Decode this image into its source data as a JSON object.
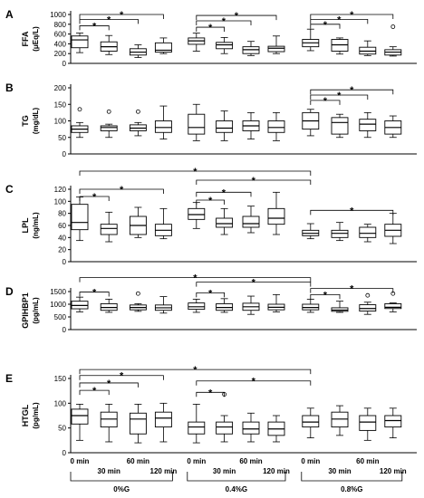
{
  "chart_data": [
    {
      "type": "box",
      "panel_label": "A",
      "ylabel": "FFA",
      "yunit": "(μEq/L)",
      "ylim": [
        0,
        1000
      ],
      "yticks": [
        0,
        200,
        400,
        600,
        800,
        1000
      ],
      "boxes": [
        {
          "min": 220,
          "q1": 320,
          "median": 480,
          "q3": 560,
          "max": 620
        },
        {
          "min": 180,
          "q1": 250,
          "median": 340,
          "q3": 440,
          "max": 570
        },
        {
          "min": 120,
          "q1": 170,
          "median": 230,
          "q3": 300,
          "max": 380
        },
        {
          "min": 200,
          "q1": 230,
          "median": 270,
          "q3": 420,
          "max": 520
        },
        {
          "min": 250,
          "q1": 390,
          "median": 460,
          "q3": 520,
          "max": 620
        },
        {
          "min": 200,
          "q1": 300,
          "median": 380,
          "q3": 430,
          "max": 530
        },
        {
          "min": 160,
          "q1": 200,
          "median": 280,
          "q3": 340,
          "max": 450
        },
        {
          "min": 200,
          "q1": 240,
          "median": 310,
          "q3": 350,
          "max": 560
        },
        {
          "min": 260,
          "q1": 340,
          "median": 420,
          "q3": 490,
          "max": 700
        },
        {
          "min": 190,
          "q1": 250,
          "median": 380,
          "q3": 490,
          "max": 520
        },
        {
          "min": 160,
          "q1": 190,
          "median": 250,
          "q3": 330,
          "max": 460
        },
        {
          "min": 150,
          "q1": 170,
          "median": 230,
          "q3": 280,
          "max": 340,
          "outliers": [
            750
          ]
        }
      ],
      "brackets": [
        {
          "from": 0,
          "to": 1,
          "y": 770,
          "label": "*"
        },
        {
          "from": 0,
          "to": 2,
          "y": 900,
          "label": "*"
        },
        {
          "from": 0,
          "to": 3,
          "y": 1000,
          "label": "*"
        },
        {
          "from": 4,
          "to": 5,
          "y": 740,
          "label": "*"
        },
        {
          "from": 4,
          "to": 6,
          "y": 870,
          "label": "*"
        },
        {
          "from": 4,
          "to": 7,
          "y": 980,
          "label": "*"
        },
        {
          "from": 8,
          "to": 9,
          "y": 800,
          "label": "*"
        },
        {
          "from": 8,
          "to": 10,
          "y": 900,
          "label": "*"
        },
        {
          "from": 8,
          "to": 11,
          "y": 1000,
          "label": "*"
        }
      ]
    },
    {
      "type": "box",
      "panel_label": "B",
      "ylabel": "TG",
      "yunit": "(mg/dL)",
      "ylim": [
        0,
        200
      ],
      "yticks": [
        0,
        50,
        100,
        150,
        200
      ],
      "boxes": [
        {
          "min": 50,
          "q1": 65,
          "median": 75,
          "q3": 85,
          "max": 95,
          "outliers": [
            135
          ]
        },
        {
          "min": 50,
          "q1": 70,
          "median": 80,
          "q3": 85,
          "max": 90,
          "outliers": [
            128
          ]
        },
        {
          "min": 55,
          "q1": 70,
          "median": 78,
          "q3": 88,
          "max": 95,
          "outliers": [
            128
          ]
        },
        {
          "min": 45,
          "q1": 65,
          "median": 80,
          "q3": 100,
          "max": 145
        },
        {
          "min": 40,
          "q1": 60,
          "median": 80,
          "q3": 120,
          "max": 150
        },
        {
          "min": 40,
          "q1": 65,
          "median": 78,
          "q3": 100,
          "max": 130
        },
        {
          "min": 45,
          "q1": 70,
          "median": 85,
          "q3": 100,
          "max": 125
        },
        {
          "min": 40,
          "q1": 65,
          "median": 80,
          "q3": 100,
          "max": 125
        },
        {
          "min": 55,
          "q1": 75,
          "median": 100,
          "q3": 125,
          "max": 135
        },
        {
          "min": 50,
          "q1": 60,
          "median": 95,
          "q3": 110,
          "max": 120
        },
        {
          "min": 50,
          "q1": 70,
          "median": 90,
          "q3": 105,
          "max": 125
        },
        {
          "min": 50,
          "q1": 60,
          "median": 80,
          "q3": 100,
          "max": 115
        }
      ],
      "brackets": [
        {
          "from": 8,
          "to": 9,
          "y": 162,
          "label": "*"
        },
        {
          "from": 8,
          "to": 10,
          "y": 178,
          "label": "*"
        },
        {
          "from": 8,
          "to": 11,
          "y": 194,
          "label": "*"
        }
      ]
    },
    {
      "type": "box",
      "panel_label": "C",
      "ylabel": "LPL",
      "yunit": "(ng/mL)",
      "ylim": [
        0,
        120
      ],
      "yticks": [
        0,
        20,
        40,
        60,
        80,
        100,
        120
      ],
      "boxes": [
        {
          "min": 35,
          "q1": 53,
          "median": 65,
          "q3": 95,
          "max": 107
        },
        {
          "min": 33,
          "q1": 45,
          "median": 55,
          "q3": 62,
          "max": 82
        },
        {
          "min": 40,
          "q1": 45,
          "median": 60,
          "q3": 75,
          "max": 90
        },
        {
          "min": 38,
          "q1": 43,
          "median": 52,
          "q3": 62,
          "max": 88
        },
        {
          "min": 55,
          "q1": 70,
          "median": 78,
          "q3": 88,
          "max": 98
        },
        {
          "min": 45,
          "q1": 57,
          "median": 63,
          "q3": 72,
          "max": 88
        },
        {
          "min": 48,
          "q1": 57,
          "median": 63,
          "q3": 75,
          "max": 92
        },
        {
          "min": 45,
          "q1": 62,
          "median": 72,
          "q3": 88,
          "max": 115
        },
        {
          "min": 38,
          "q1": 43,
          "median": 47,
          "q3": 52,
          "max": 63
        },
        {
          "min": 35,
          "q1": 40,
          "median": 47,
          "q3": 52,
          "max": 65
        },
        {
          "min": 33,
          "q1": 40,
          "median": 47,
          "q3": 57,
          "max": 62
        },
        {
          "min": 30,
          "q1": 42,
          "median": 52,
          "q3": 62,
          "max": 80
        }
      ],
      "brackets": [
        {
          "from": 0,
          "to": 1,
          "y": 108,
          "label": "*"
        },
        {
          "from": 0,
          "to": 3,
          "y": 120,
          "label": "*"
        },
        {
          "from": 4,
          "to": 5,
          "y": 102,
          "label": "*"
        },
        {
          "from": 4,
          "to": 6,
          "y": 115,
          "label": "*"
        },
        {
          "from": 0,
          "to": 8,
          "y": 150,
          "label": "*"
        },
        {
          "from": 4,
          "to": 8,
          "y": 135,
          "label": "*"
        },
        {
          "from": 8,
          "to": 11,
          "y": 85,
          "label": "*"
        }
      ]
    },
    {
      "type": "box",
      "panel_label": "D",
      "ylabel": "GPIHBP1",
      "yunit": "(pg/mL)",
      "ylim": [
        0,
        1500
      ],
      "yticks": [
        0,
        500,
        1000,
        1500
      ],
      "boxes": [
        {
          "min": 700,
          "q1": 820,
          "median": 950,
          "q3": 1120,
          "max": 1280
        },
        {
          "min": 680,
          "q1": 760,
          "median": 870,
          "q3": 1020,
          "max": 1200
        },
        {
          "min": 720,
          "q1": 780,
          "median": 870,
          "q3": 970,
          "max": 1020,
          "outliers": [
            1420
          ]
        },
        {
          "min": 650,
          "q1": 760,
          "median": 860,
          "q3": 970,
          "max": 1300
        },
        {
          "min": 680,
          "q1": 800,
          "median": 900,
          "q3": 1050,
          "max": 1200
        },
        {
          "min": 680,
          "q1": 760,
          "median": 870,
          "q3": 1020,
          "max": 1220
        },
        {
          "min": 600,
          "q1": 760,
          "median": 900,
          "q3": 1040,
          "max": 1320
        },
        {
          "min": 700,
          "q1": 780,
          "median": 880,
          "q3": 1000,
          "max": 1380
        },
        {
          "min": 680,
          "q1": 780,
          "median": 870,
          "q3": 1000,
          "max": 1200
        },
        {
          "min": 680,
          "q1": 720,
          "median": 770,
          "q3": 860,
          "max": 1120
        },
        {
          "min": 600,
          "q1": 730,
          "median": 830,
          "q3": 980,
          "max": 1080,
          "outliers": [
            1350
          ]
        },
        {
          "min": 700,
          "q1": 830,
          "median": 880,
          "q3": 1020,
          "max": 1050,
          "outliers": [
            1420
          ]
        }
      ],
      "brackets": [
        {
          "from": 0,
          "to": 1,
          "y": 1480,
          "label": "*"
        },
        {
          "from": 4,
          "to": 5,
          "y": 1450,
          "label": "*"
        },
        {
          "from": 8,
          "to": 9,
          "y": 1380,
          "label": "*"
        },
        {
          "from": 8,
          "to": 11,
          "y": 1620,
          "label": "*"
        },
        {
          "from": 4,
          "to": 8,
          "y": 1870,
          "label": "*"
        },
        {
          "from": 0,
          "to": 8,
          "y": 2050,
          "label": "*"
        }
      ]
    },
    {
      "type": "box",
      "panel_label": "E",
      "ylabel": "HTGL",
      "yunit": "(pg/mL)",
      "ylim": [
        0,
        150
      ],
      "yticks": [
        0,
        50,
        100,
        150
      ],
      "categories": [
        "0 min",
        "30 min",
        "60 min",
        "120 min",
        "0 min",
        "30 min",
        "60 min",
        "120 min",
        "0 min",
        "30 min",
        "60 min",
        "120 min"
      ],
      "groups": [
        "0%G",
        "0.4%G",
        "0.8%G"
      ],
      "boxes": [
        {
          "min": 25,
          "q1": 58,
          "median": 75,
          "q3": 88,
          "max": 98
        },
        {
          "min": 22,
          "q1": 52,
          "median": 68,
          "q3": 82,
          "max": 98
        },
        {
          "min": 20,
          "q1": 38,
          "median": 68,
          "q3": 80,
          "max": 98
        },
        {
          "min": 22,
          "q1": 52,
          "median": 70,
          "q3": 82,
          "max": 100
        },
        {
          "min": 20,
          "q1": 38,
          "median": 52,
          "q3": 62,
          "max": 98
        },
        {
          "min": 22,
          "q1": 38,
          "median": 52,
          "q3": 62,
          "max": 75,
          "outliers": [
            118
          ]
        },
        {
          "min": 22,
          "q1": 38,
          "median": 48,
          "q3": 62,
          "max": 80
        },
        {
          "min": 22,
          "q1": 35,
          "median": 48,
          "q3": 62,
          "max": 75
        },
        {
          "min": 30,
          "q1": 52,
          "median": 62,
          "q3": 75,
          "max": 90
        },
        {
          "min": 35,
          "q1": 52,
          "median": 68,
          "q3": 82,
          "max": 95
        },
        {
          "min": 25,
          "q1": 45,
          "median": 62,
          "q3": 75,
          "max": 90
        },
        {
          "min": 30,
          "q1": 52,
          "median": 65,
          "q3": 75,
          "max": 90
        }
      ],
      "brackets": [
        {
          "from": 0,
          "to": 1,
          "y": 126,
          "label": "*"
        },
        {
          "from": 0,
          "to": 2,
          "y": 141,
          "label": "*"
        },
        {
          "from": 0,
          "to": 3,
          "y": 156,
          "label": "*"
        },
        {
          "from": 4,
          "to": 5,
          "y": 122,
          "label": "*"
        },
        {
          "from": 4,
          "to": 8,
          "y": 145,
          "label": "*"
        },
        {
          "from": 0,
          "to": 8,
          "y": 168,
          "label": "*"
        }
      ]
    }
  ]
}
